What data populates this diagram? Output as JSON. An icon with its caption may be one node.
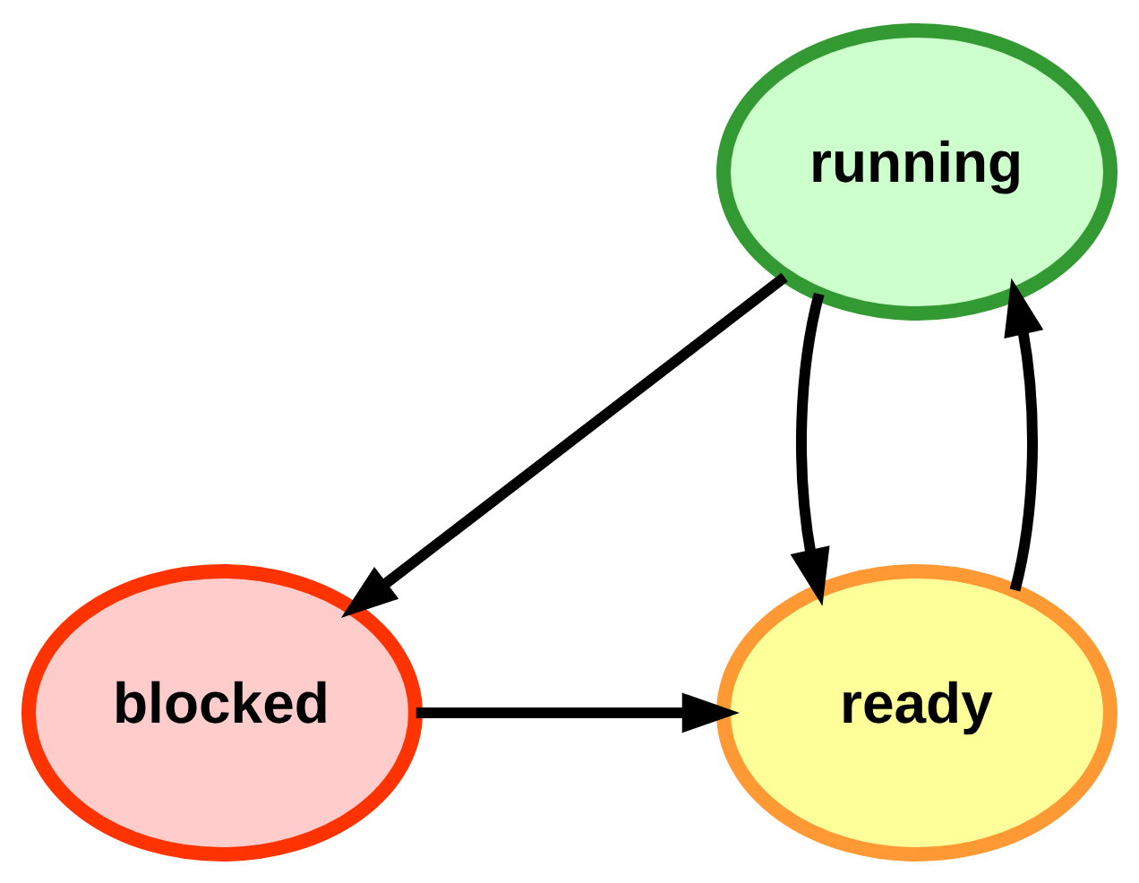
{
  "diagram": {
    "nodes": [
      {
        "text": [
          "running"
        ]
      },
      {
        "text": [
          "ready"
        ]
      },
      {
        "text": [
          "blocked"
        ]
      }
    ],
    "edges": [
      {
        "from": 1,
        "to": 0,
        "arrow": "to"
      },
      {
        "from": 0,
        "to": 1,
        "arrow": "to"
      },
      {
        "from": 0,
        "to": 2,
        "arrow": "to"
      },
      {
        "from": 2,
        "to": 1,
        "arrow": "to"
      }
    ]
  }
}
